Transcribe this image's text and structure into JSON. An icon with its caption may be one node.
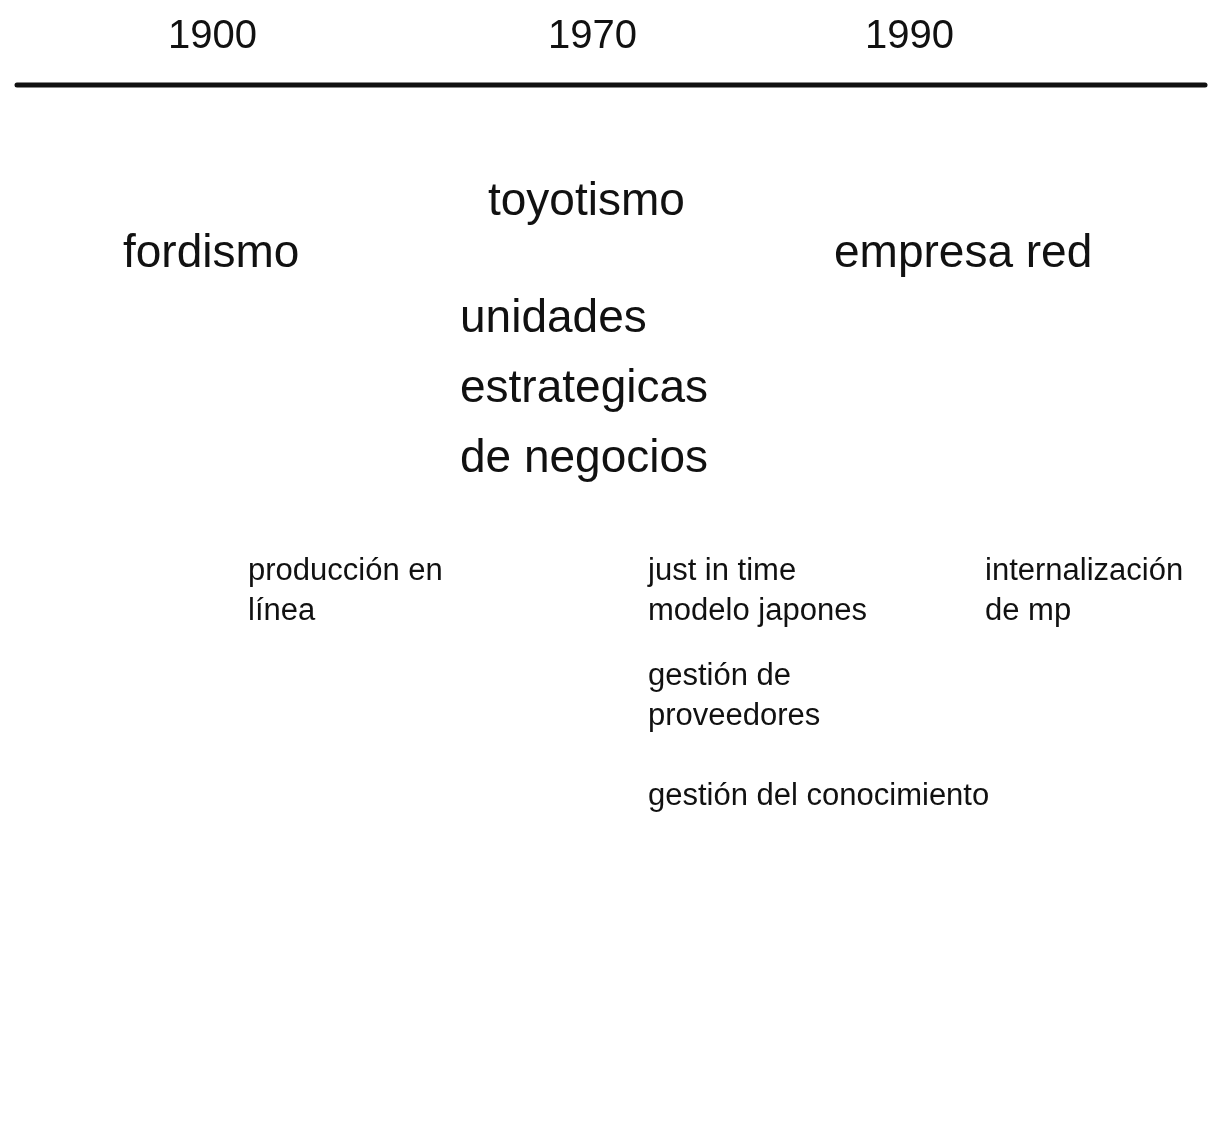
{
  "diagram": {
    "labels": [
      "1900",
      "1970",
      "1990",
      "toyotismo",
      "fordismo",
      "empresa red",
      "unidades estrategicas de negocios",
      "producción en línea",
      "just in time",
      "modelo japones",
      "internalización de mp",
      "gestión de proveedores",
      "gestión del conocimiento"
    ]
  }
}
